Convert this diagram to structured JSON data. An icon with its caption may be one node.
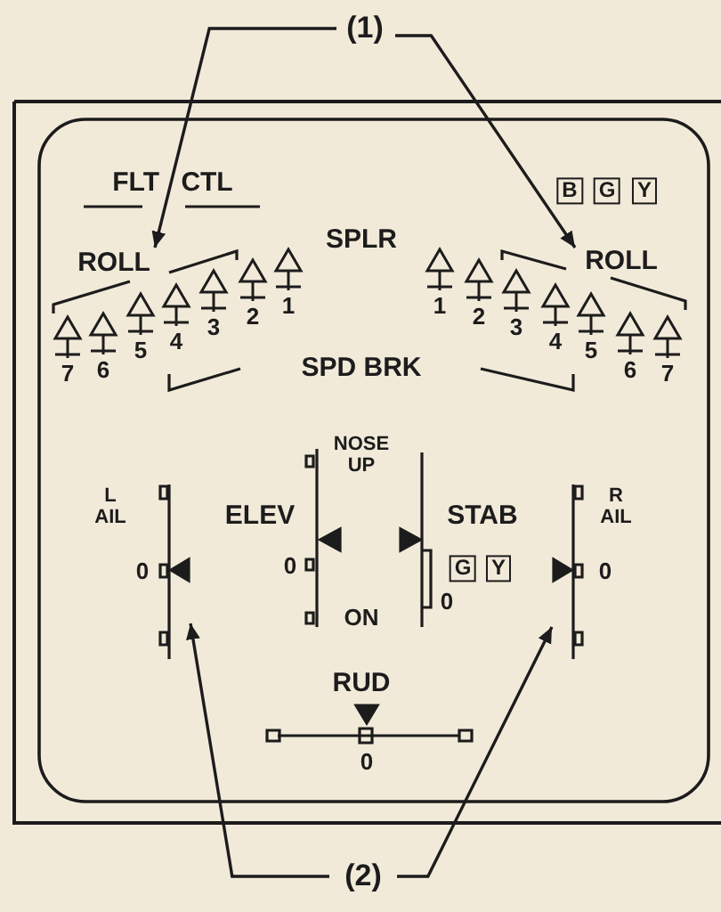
{
  "diagram": {
    "nodes": [
      {
        "text": [
          "(1)"
        ]
      },
      {
        "text": [
          "ROLL"
        ]
      },
      {
        "text": [
          "ROLL"
        ]
      },
      {
        "text": [],
        "shape": "bar",
        "beside": [
          "0"
        ]
      },
      {
        "text": [],
        "shape": "bar",
        "beside": [
          "0"
        ]
      },
      {
        "text": [
          "(2)"
        ]
      }
    ],
    "edges": [
      {
        "from": 0,
        "to": 1,
        "arrow": "to"
      },
      {
        "from": 0,
        "to": 2,
        "arrow": "to"
      },
      {
        "from": 5,
        "to": 3,
        "arrow": "to"
      },
      {
        "from": 5,
        "to": 4,
        "arrow": "to"
      }
    ],
    "labels": [
      "FLT CTL",
      "B",
      "G",
      "Y",
      "SPLR",
      "7",
      "6",
      "5",
      "4",
      "3",
      "2",
      "1",
      "SPD BRK",
      "1",
      "2",
      "3",
      "4",
      "5",
      "6",
      "7",
      "NOSE UP",
      "L AIL",
      "ELEV",
      "STAB",
      "R AIL",
      "0",
      "G",
      "Y",
      "0",
      "ON",
      "RUD",
      "0"
    ]
  }
}
